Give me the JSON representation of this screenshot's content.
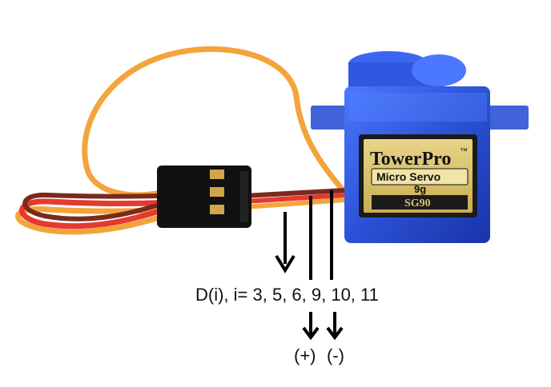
{
  "servo": {
    "brand": "TowerPro",
    "brand_tm": "™",
    "product_line": "Micro Servo",
    "weight": "9g",
    "model": "SG90"
  },
  "annotations": {
    "signal_label": "D(i), i= 3, 5, 6, 9, 10, 11",
    "power_label": "(+)",
    "ground_label": "(-)"
  },
  "colors": {
    "servo_body": "#2b52d6",
    "wire_signal": "#f3a43a",
    "wire_power": "#e5392f",
    "wire_ground": "#7a2a1b",
    "connector": "#111111",
    "label_plate": "#d9c36a"
  },
  "icons": [
    "down-arrow-icon",
    "down-arrow-icon",
    "down-arrow-icon"
  ]
}
